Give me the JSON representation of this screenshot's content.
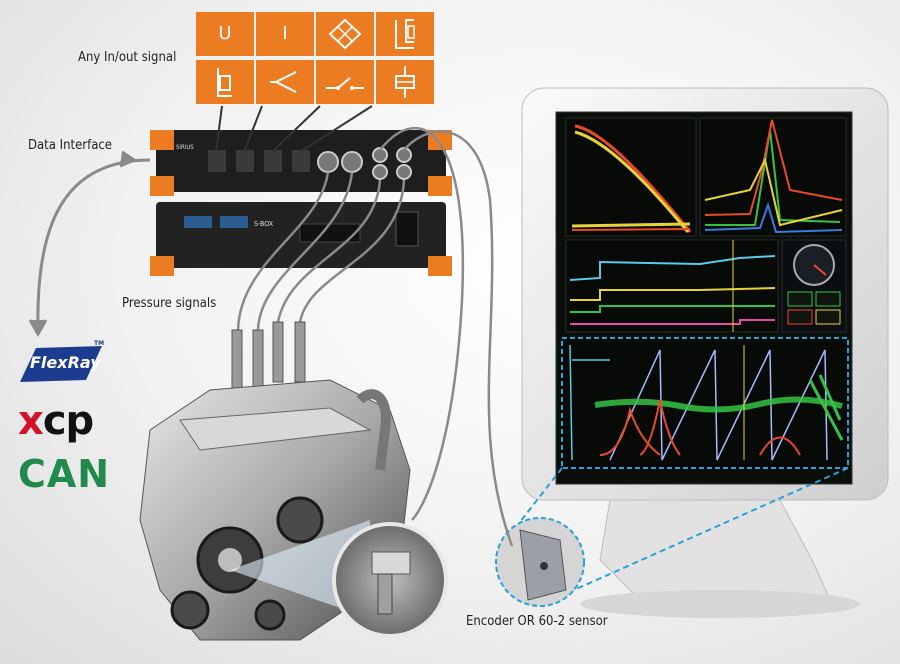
{
  "labels": {
    "any_io": "Any In/out signal",
    "data_interface": "Data Interface",
    "pressure_signals": "Pressure signals",
    "encoder": "Encoder OR 60-2 sensor"
  },
  "signal_tiles": [
    {
      "text": "U",
      "icon": "voltage"
    },
    {
      "text": "I",
      "icon": "current"
    },
    {
      "text": "",
      "icon": "bridge-icon"
    },
    {
      "text": "",
      "icon": "strain-gauge-icon"
    },
    {
      "text": "",
      "icon": "resistor-icon"
    },
    {
      "text": "",
      "icon": "thermocouple-icon"
    },
    {
      "text": "",
      "icon": "switch-icon"
    },
    {
      "text": "",
      "icon": "capacitor-icon"
    }
  ],
  "devices": {
    "top_brand": "SIRIUS",
    "bottom_brand": "S-BOX"
  },
  "logos": {
    "flexray": "FlexRay",
    "flexray_tm": "TM",
    "xcp_x": "x",
    "xcp_rest": "cp",
    "can": "CAN"
  },
  "colors": {
    "accent_orange": "#ec7c22",
    "device_body": "#1e1e1e",
    "screen_bg": "#0b0f0b",
    "highlight_blue": "#2a9fd8",
    "flexray_blue": "#1c3d8f",
    "xcp_red": "#d3122a",
    "can_green": "#1f8a4c"
  }
}
